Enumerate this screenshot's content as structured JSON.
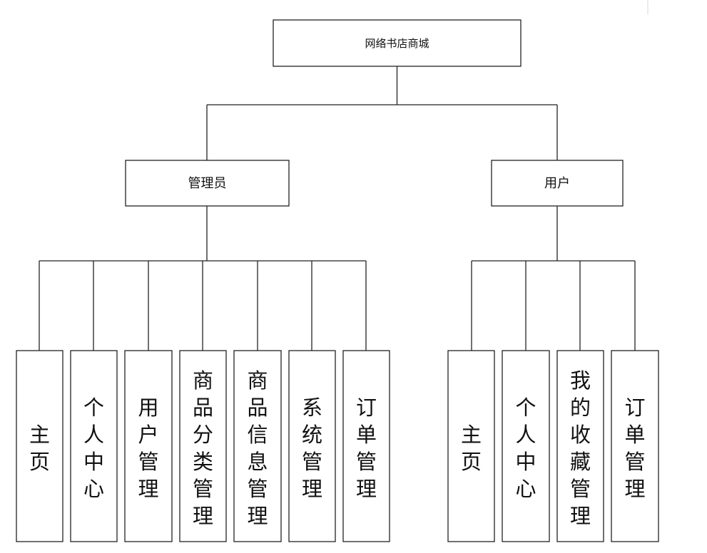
{
  "root": {
    "label": "网络书店商城"
  },
  "branches": [
    {
      "label": "管理员",
      "children": [
        "主页",
        "个人中心",
        "用户管理",
        "商品分类管理",
        "商品信息管理",
        "系统管理",
        "订单管理"
      ]
    },
    {
      "label": "用户",
      "children": [
        "主页",
        "个人中心",
        "我的收藏管理",
        "订单管理"
      ]
    }
  ]
}
